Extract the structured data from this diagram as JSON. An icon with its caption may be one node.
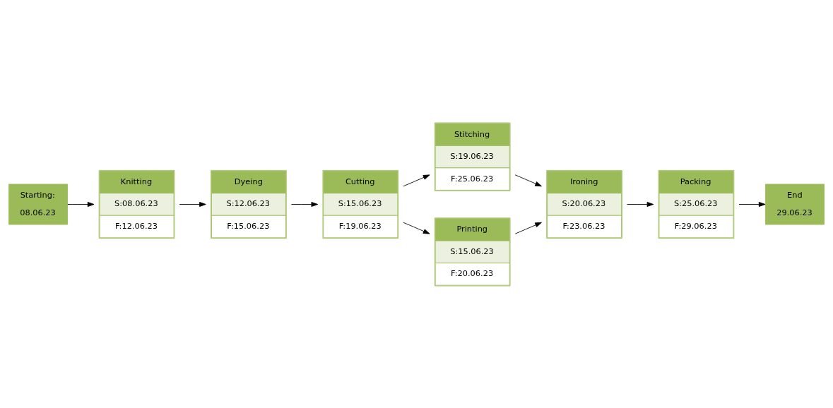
{
  "diagram": {
    "nodes": [
      {
        "text": [
          "Starting:",
          "08.06.23"
        ]
      },
      {
        "text": [
          "Knitting",
          "S:08.06.23",
          "F:12.06.23"
        ]
      },
      {
        "text": [
          "Dyeing",
          "S:12.06.23",
          "F:15.06.23"
        ]
      },
      {
        "text": [
          "Cutting",
          "S:15.06.23",
          "F:19.06.23"
        ]
      },
      {
        "text": [
          "Stitching",
          "S:19.06.23",
          "F:25.06.23"
        ]
      },
      {
        "text": [
          "Printing",
          "S:15.06.23",
          "F:20.06.23"
        ]
      },
      {
        "text": [
          "Ironing",
          "S:20.06.23",
          "F:23.06.23"
        ]
      },
      {
        "text": [
          "Packing",
          "S:25.06.23",
          "F:29.06.23"
        ]
      },
      {
        "text": [
          "End",
          "29.06.23"
        ]
      }
    ],
    "edges": [
      {
        "from": 0,
        "to": 1,
        "arrow": "to"
      },
      {
        "from": 1,
        "to": 2,
        "arrow": "to"
      },
      {
        "from": 2,
        "to": 3,
        "arrow": "to"
      },
      {
        "from": 3,
        "to": 4,
        "arrow": "to"
      },
      {
        "from": 3,
        "to": 5,
        "arrow": "to"
      },
      {
        "from": 4,
        "to": 6,
        "arrow": "to"
      },
      {
        "from": 5,
        "to": 6,
        "arrow": "to"
      },
      {
        "from": 6,
        "to": 7,
        "arrow": "to"
      },
      {
        "from": 7,
        "to": 8,
        "arrow": "to"
      }
    ]
  }
}
